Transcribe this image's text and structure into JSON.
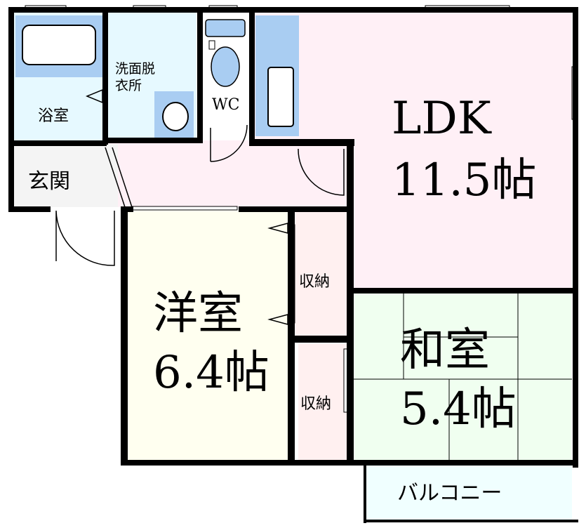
{
  "rooms": {
    "bath": {
      "label": "浴室"
    },
    "washroom": {
      "label_line1": "洗面脱",
      "label_line2": "衣所"
    },
    "wc": {
      "label": "WC"
    },
    "entrance": {
      "label": "玄関"
    },
    "ldk": {
      "name": "LDK",
      "size": "11.5帖"
    },
    "western": {
      "name": "洋室",
      "size": "6.4帖"
    },
    "closet_upper": {
      "label": "収納"
    },
    "closet_lower": {
      "label": "収納"
    },
    "japanese": {
      "name": "和室",
      "size": "5.4帖"
    },
    "balcony": {
      "label": "バルコニー"
    }
  },
  "colors": {
    "wall": "#000000",
    "wet_area": "#e6f9ff",
    "fixture_blue": "#a9cdf2",
    "ldk": "#fff0f6",
    "western": "#fffff0",
    "closet": "#fff0f0",
    "japanese": "#f0fff0",
    "entrance": "#f4f4f4",
    "balcony": "#f0ffff"
  }
}
